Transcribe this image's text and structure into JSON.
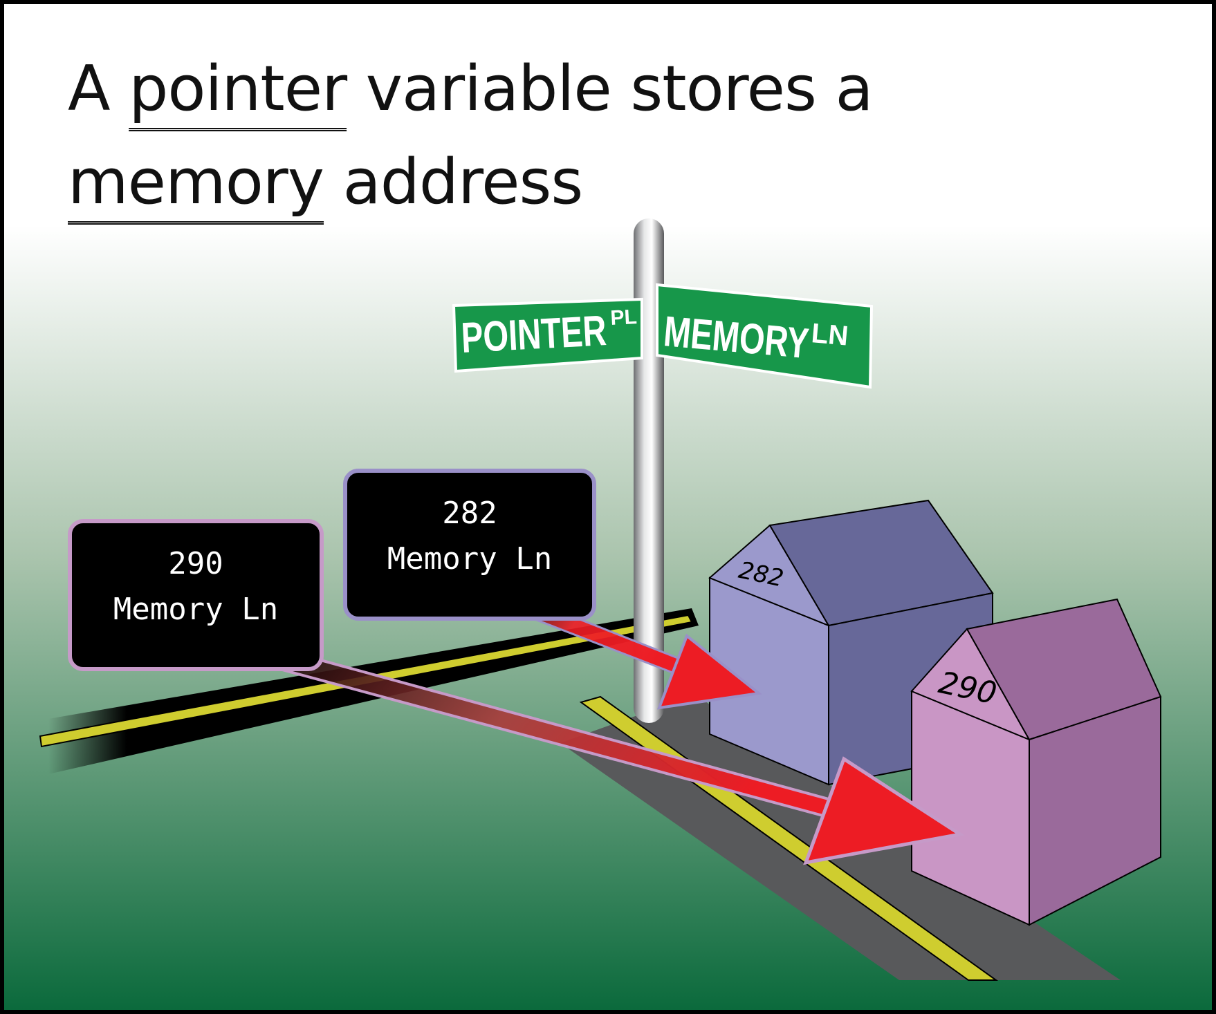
{
  "title": {
    "line1_prefix": "A ",
    "line1_term": "pointer",
    "line1_suffix": " variable stores a",
    "line2_term": "memory",
    "line2_suffix": " address"
  },
  "street_signs": {
    "left": {
      "name": "POINTER",
      "suffix": "PL",
      "color": "#17974a"
    },
    "right": {
      "name": "MEMORY",
      "suffix": "LN",
      "color": "#17974a"
    }
  },
  "address_cards": [
    {
      "number": "282",
      "street": "Memory Ln",
      "border_color": "#9a90c8"
    },
    {
      "number": "290",
      "street": "Memory Ln",
      "border_color": "#c69ac8"
    }
  ],
  "houses": [
    {
      "number": "282",
      "front_color": "#9b99cc",
      "side_color": "#676899"
    },
    {
      "number": "290",
      "front_color": "#c996c5",
      "side_color": "#9a6a9b"
    }
  ],
  "colors": {
    "background_top": "#ffffff",
    "background_bottom": "#0b6a3c",
    "arrow": "#ed1c24",
    "road_line": "#cfcd2f",
    "road": "#58595b"
  }
}
